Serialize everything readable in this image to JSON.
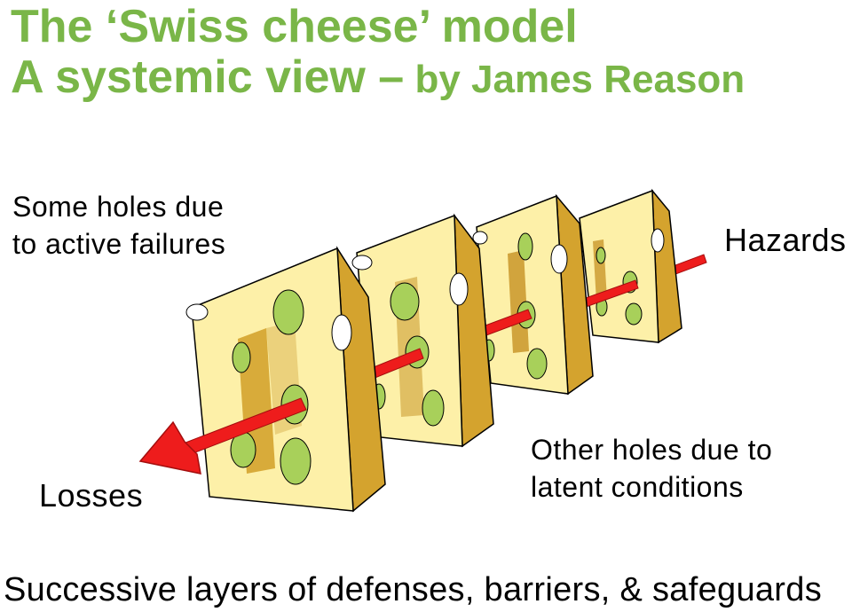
{
  "title": {
    "line1": "The ‘Swiss cheese’ model",
    "line2_main": "A systemic view –",
    "line2_byline": " by James Reason"
  },
  "labels": {
    "active_line1": "Some holes due",
    "active_line2": "to active failures",
    "hazards": "Hazards",
    "latent_line1": "Other holes due to",
    "latent_line2": "latent conditions",
    "losses": "Losses"
  },
  "caption": "Successive layers of defenses, barriers, & safeguards",
  "colors": {
    "title_green": "#7ab648",
    "cheese_face": "#fdf0a8",
    "cheese_side": "#d4a32e",
    "cheese_shadow": "#c9972a",
    "hole_green": "#a8d05a",
    "arrow_red": "#ee1c1c",
    "arrow_dark": "#a40e0e"
  },
  "diagram": {
    "slice_count": 4,
    "arrow_direction": "from hazards (right) to losses (left)"
  }
}
